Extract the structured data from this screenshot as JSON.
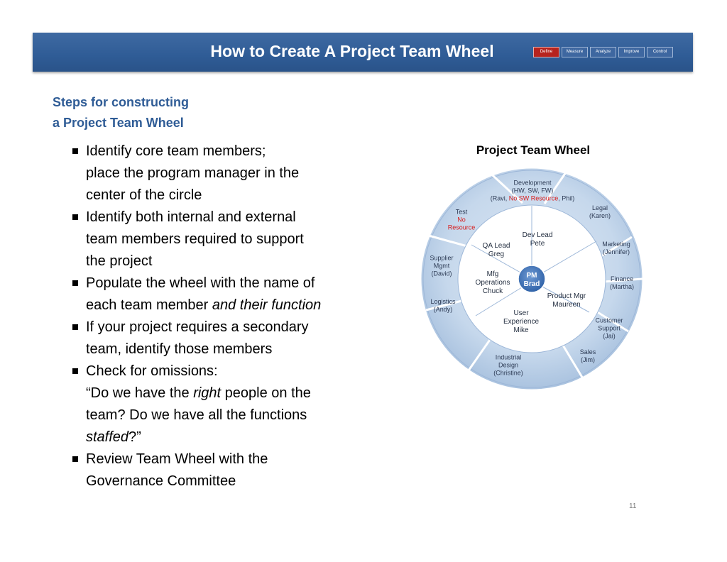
{
  "header": {
    "title": "How to Create A Project Team Wheel",
    "phases": [
      "Define",
      "Measure",
      "Analyze",
      "Improve",
      "Control"
    ],
    "active_phase": "Define"
  },
  "steps": {
    "heading_line1": "Steps for constructing",
    "heading_line2": "a Project Team Wheel",
    "bullets": [
      {
        "lines": [
          "Identify core team members;",
          "place the program manager in the",
          "center of the circle"
        ]
      },
      {
        "lines": [
          "Identify both internal and external",
          "team members required to support",
          "the project"
        ]
      },
      {
        "lines": [
          "Populate the wheel with the name of"
        ],
        "line2_plain": "each team member ",
        "line2_italic": "and their function"
      },
      {
        "lines": [
          "If your project requires a secondary",
          "team, identify those members"
        ]
      },
      {
        "line1": "Check for omissions:",
        "q_open": "“Do we have the ",
        "q_italic": "right",
        "q_after": " people on the",
        "line3": "team? Do we have all the functions",
        "line4_italic": "staffed",
        "line4_after": "?”"
      },
      {
        "lines": [
          "Review Team Wheel with the",
          "Governance Committee"
        ]
      }
    ]
  },
  "wheel": {
    "title": "Project Team Wheel",
    "center": {
      "line1": "PM",
      "line2": "Brad"
    },
    "inner": {
      "dev_lead": {
        "line1": "Dev Lead",
        "line2": "Pete"
      },
      "qa_lead": {
        "line1": "QA Lead",
        "line2": "Greg"
      },
      "mfg_ops": {
        "line1": "Mfg",
        "line2": "Operations",
        "line3": "Chuck"
      },
      "product_mgr": {
        "line1": "Product Mgr",
        "line2": "Maureen"
      },
      "user_exp": {
        "line1": "User",
        "line2": "Experience",
        "line3": "Mike"
      }
    },
    "outer": {
      "development": {
        "line1": "Development",
        "line2": "(HW, SW, FW)",
        "line3_a": "(Ravi, ",
        "line3_red": "No SW Resource",
        "line3_b": ", Phil)"
      },
      "legal": {
        "line1": "Legal",
        "line2": "(Karen)"
      },
      "marketing": {
        "line1": "Marketing",
        "line2": "(Jennifer)"
      },
      "finance": {
        "line1": "Finance",
        "line2": "(Martha)"
      },
      "customer_support": {
        "line1": "Customer",
        "line2": "Support",
        "line3": "(Jai)"
      },
      "sales": {
        "line1": "Sales",
        "line2": "(Jim)"
      },
      "industrial_design": {
        "line1": "Industrial",
        "line2": "Design",
        "line3": "(Christine)"
      },
      "logistics": {
        "line1": "Logistics",
        "line2": "(Andy)"
      },
      "supplier_mgmt": {
        "line1": "Supplier",
        "line2": "Mgmt",
        "line3": "(David)"
      },
      "test": {
        "line1": "Test",
        "line2_red": "No",
        "line3_red": "Resource"
      }
    }
  },
  "slide_number": "11",
  "colors": {
    "header_bg": "#2f5c96",
    "heading_text": "#2f5c96",
    "active_tab": "#b6231e",
    "wheel_outer": "#c4d6ea",
    "wheel_inner": "#ffffff",
    "wheel_center": "#3f78c0",
    "warning_text": "#d81c1c"
  }
}
